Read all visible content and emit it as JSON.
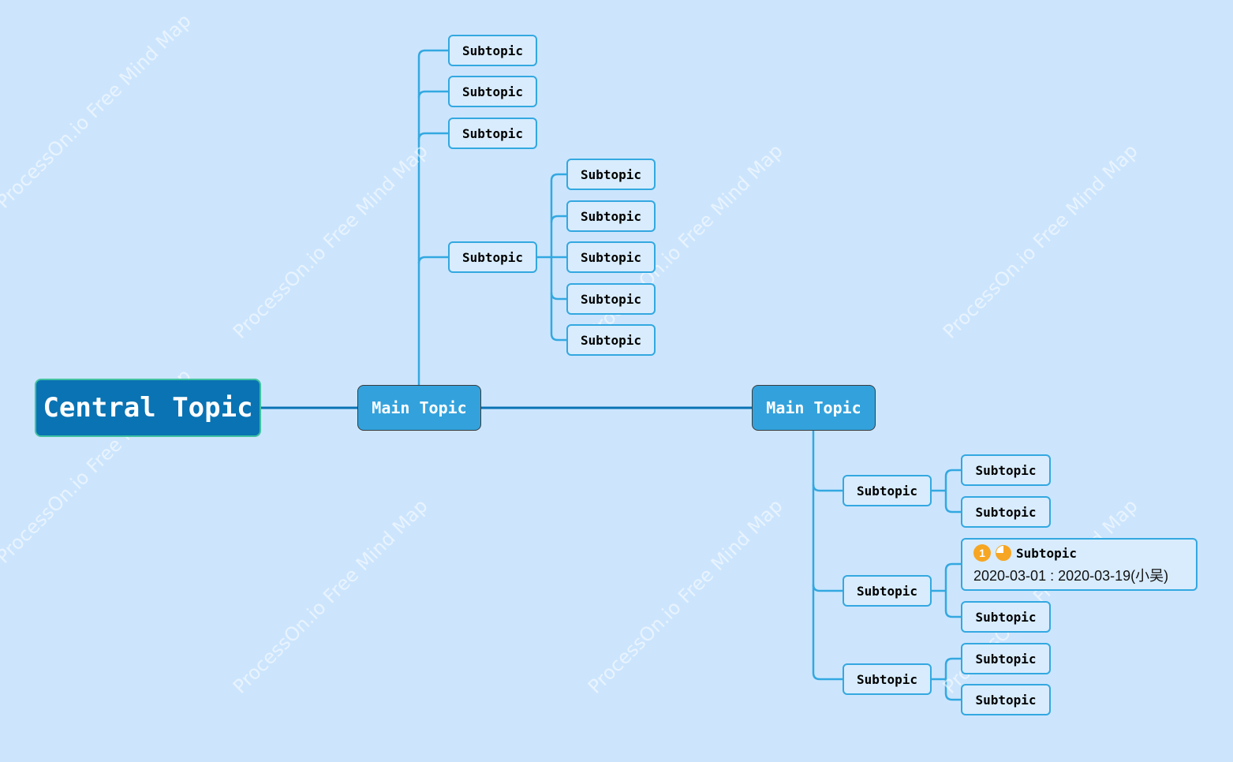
{
  "watermark": "ProcessOn.io Free Mind Map",
  "central": "Central Topic",
  "main_topics": [
    "Main Topic",
    "Main Topic"
  ],
  "subtopic_label": "Subtopic",
  "rich_node": {
    "title": "Subtopic",
    "priority": "1",
    "progress": 0.75,
    "dates": "2020-03-01 : 2020-03-19(小吴)"
  },
  "colors": {
    "background": "#cce5fd",
    "central": "#0a73b3",
    "main": "#33a2dc",
    "line": "#33a8e0"
  }
}
